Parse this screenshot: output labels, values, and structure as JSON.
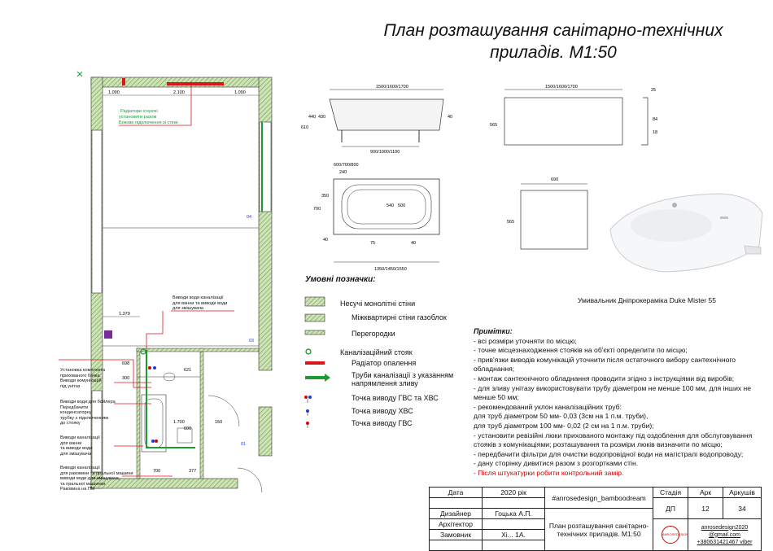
{
  "title_line1": "План розташування санітарно-технічних",
  "title_line2": "приладів. М1:50",
  "plan": {
    "dims": [
      "1.090",
      "2.100",
      "1.090",
      "1.379",
      "698",
      "300",
      "621",
      "1.700",
      "600",
      "700",
      "377",
      "150"
    ],
    "rooms": [
      "04",
      "03",
      "01"
    ],
    "radiator_note": "Радіатори існуючі\nустановити разом\nБокове підключення зі стіни",
    "callouts": {
      "drains_bath": "Виводи води каналізації\nдля ванни та виводи води\nдля змішувача",
      "wc_kit": "Установка комплекта\nприхованого бачка\nВиводи комунікацій\nпід унітаз",
      "boiler": "Виводи води для бойлера\nПередбачити\nконденсаторну\nтрубку з підключенням\nдо стояку",
      "sewer_bath": "Виводи каналізації\nдля ванни\nта виводи води\nдля змішувача",
      "sink_wm": "Виводи каналізації\nдля раковини та пральної машини\nвиводи води для змішувача,\nта пральної машинки\nРаковина на ПМ"
    }
  },
  "bath_front": {
    "width_dim": "1500/1600/1700",
    "leg_dim": "900/1000/1100",
    "heights": [
      "610",
      "440",
      "430"
    ],
    "side": "40"
  },
  "bath_panel": {
    "width_dim": "1500/1600/1700",
    "height": "565",
    "dims": [
      "25",
      "84",
      "18"
    ]
  },
  "bath_top": {
    "dims": [
      "600/700/800",
      "240",
      "350",
      "700",
      "540",
      "500",
      "40",
      "75",
      "40"
    ],
    "length_dim": "1350/1450/1550"
  },
  "side_panel": {
    "width": "690",
    "height": "565"
  },
  "sink_caption": "Умивальник Дніпрокераміка Duke Mister 55",
  "legend": {
    "title": "Умовні позначки:",
    "items": [
      "Несучі монолітні стіни",
      "Міжквартирні стіни газоблок",
      "Перегородки",
      "Каналізаційний стояк",
      "Радіатор опалення",
      "Труби каналізації з указанням напрямлення зливу",
      "Точка виводу ГВС та ХВС",
      "Точка виводу ХВС",
      "Точка виводу ГВС"
    ]
  },
  "notes": {
    "title": "Примітки:",
    "lines": [
      "- всі розміри уточняти по місцю;",
      "- точне місцезнаходження стояків на об'єкті определити по місцю;",
      "- прив'язки виводів комунікацій уточнити після остаточного вибору сантехнічного обладнання;",
      "- монтаж сантехнічного обладнання проводити згідно з інструкціями від виробів;",
      "- для зливу унітазу використовувати трубу діаметром не менше 100 мм, для інших не менше 50 мм;",
      "- рекомендований уклон каналізаційних труб:",
      "для труб діаметром 50 мм- 0,03 (3см на 1 п.м. труби),",
      "для труб діаметром 100 мм- 0,02 (2 см на 1 п.м. труби);",
      "- установити ревізійні люки прихованого монтажу під оздоблення для обслуговування стояків з комунікаціями; розташування та розміри люків визначити по місцю;",
      "- передбачити фільтри для очистки водопровідної води на магістралі водопроводу;",
      "- дану сторінку дивитися разом з розгортками стін."
    ],
    "red_line": "- Після штукатурки робити контрольний замір."
  },
  "stamp": {
    "date_label": "Дата",
    "date_value": "2020 рік",
    "designer_label": "Дизайнер",
    "designer_value": "Гоцька А.П.",
    "architect_label": "Архітектор",
    "customer_label": "Замовник",
    "customer_value": "Xi... 1А.",
    "hashtag": "#anrosedesign_bamboodream",
    "sheet_title": "План розташування санітарно-технічних приладів. М1:50",
    "stage_label": "Стадія",
    "stage_value": "ДП",
    "sheet_label": "Арк",
    "sheet_value": "12",
    "sheets_label": "Аркушів",
    "sheets_value": "34",
    "logo_text": "ANROSEDESIGN",
    "contact_email": "anrosedesign2020 @gmail.com",
    "contact_phone": "+380631421467 viber"
  },
  "colors": {
    "wall_green": "#8fb86a",
    "pipe_green": "#1a9c2e",
    "riser": "#0a8a1a",
    "radiator": "#d81818",
    "red_text": "#d40000",
    "hot": "#d60000",
    "cold": "#1e3cd8"
  }
}
